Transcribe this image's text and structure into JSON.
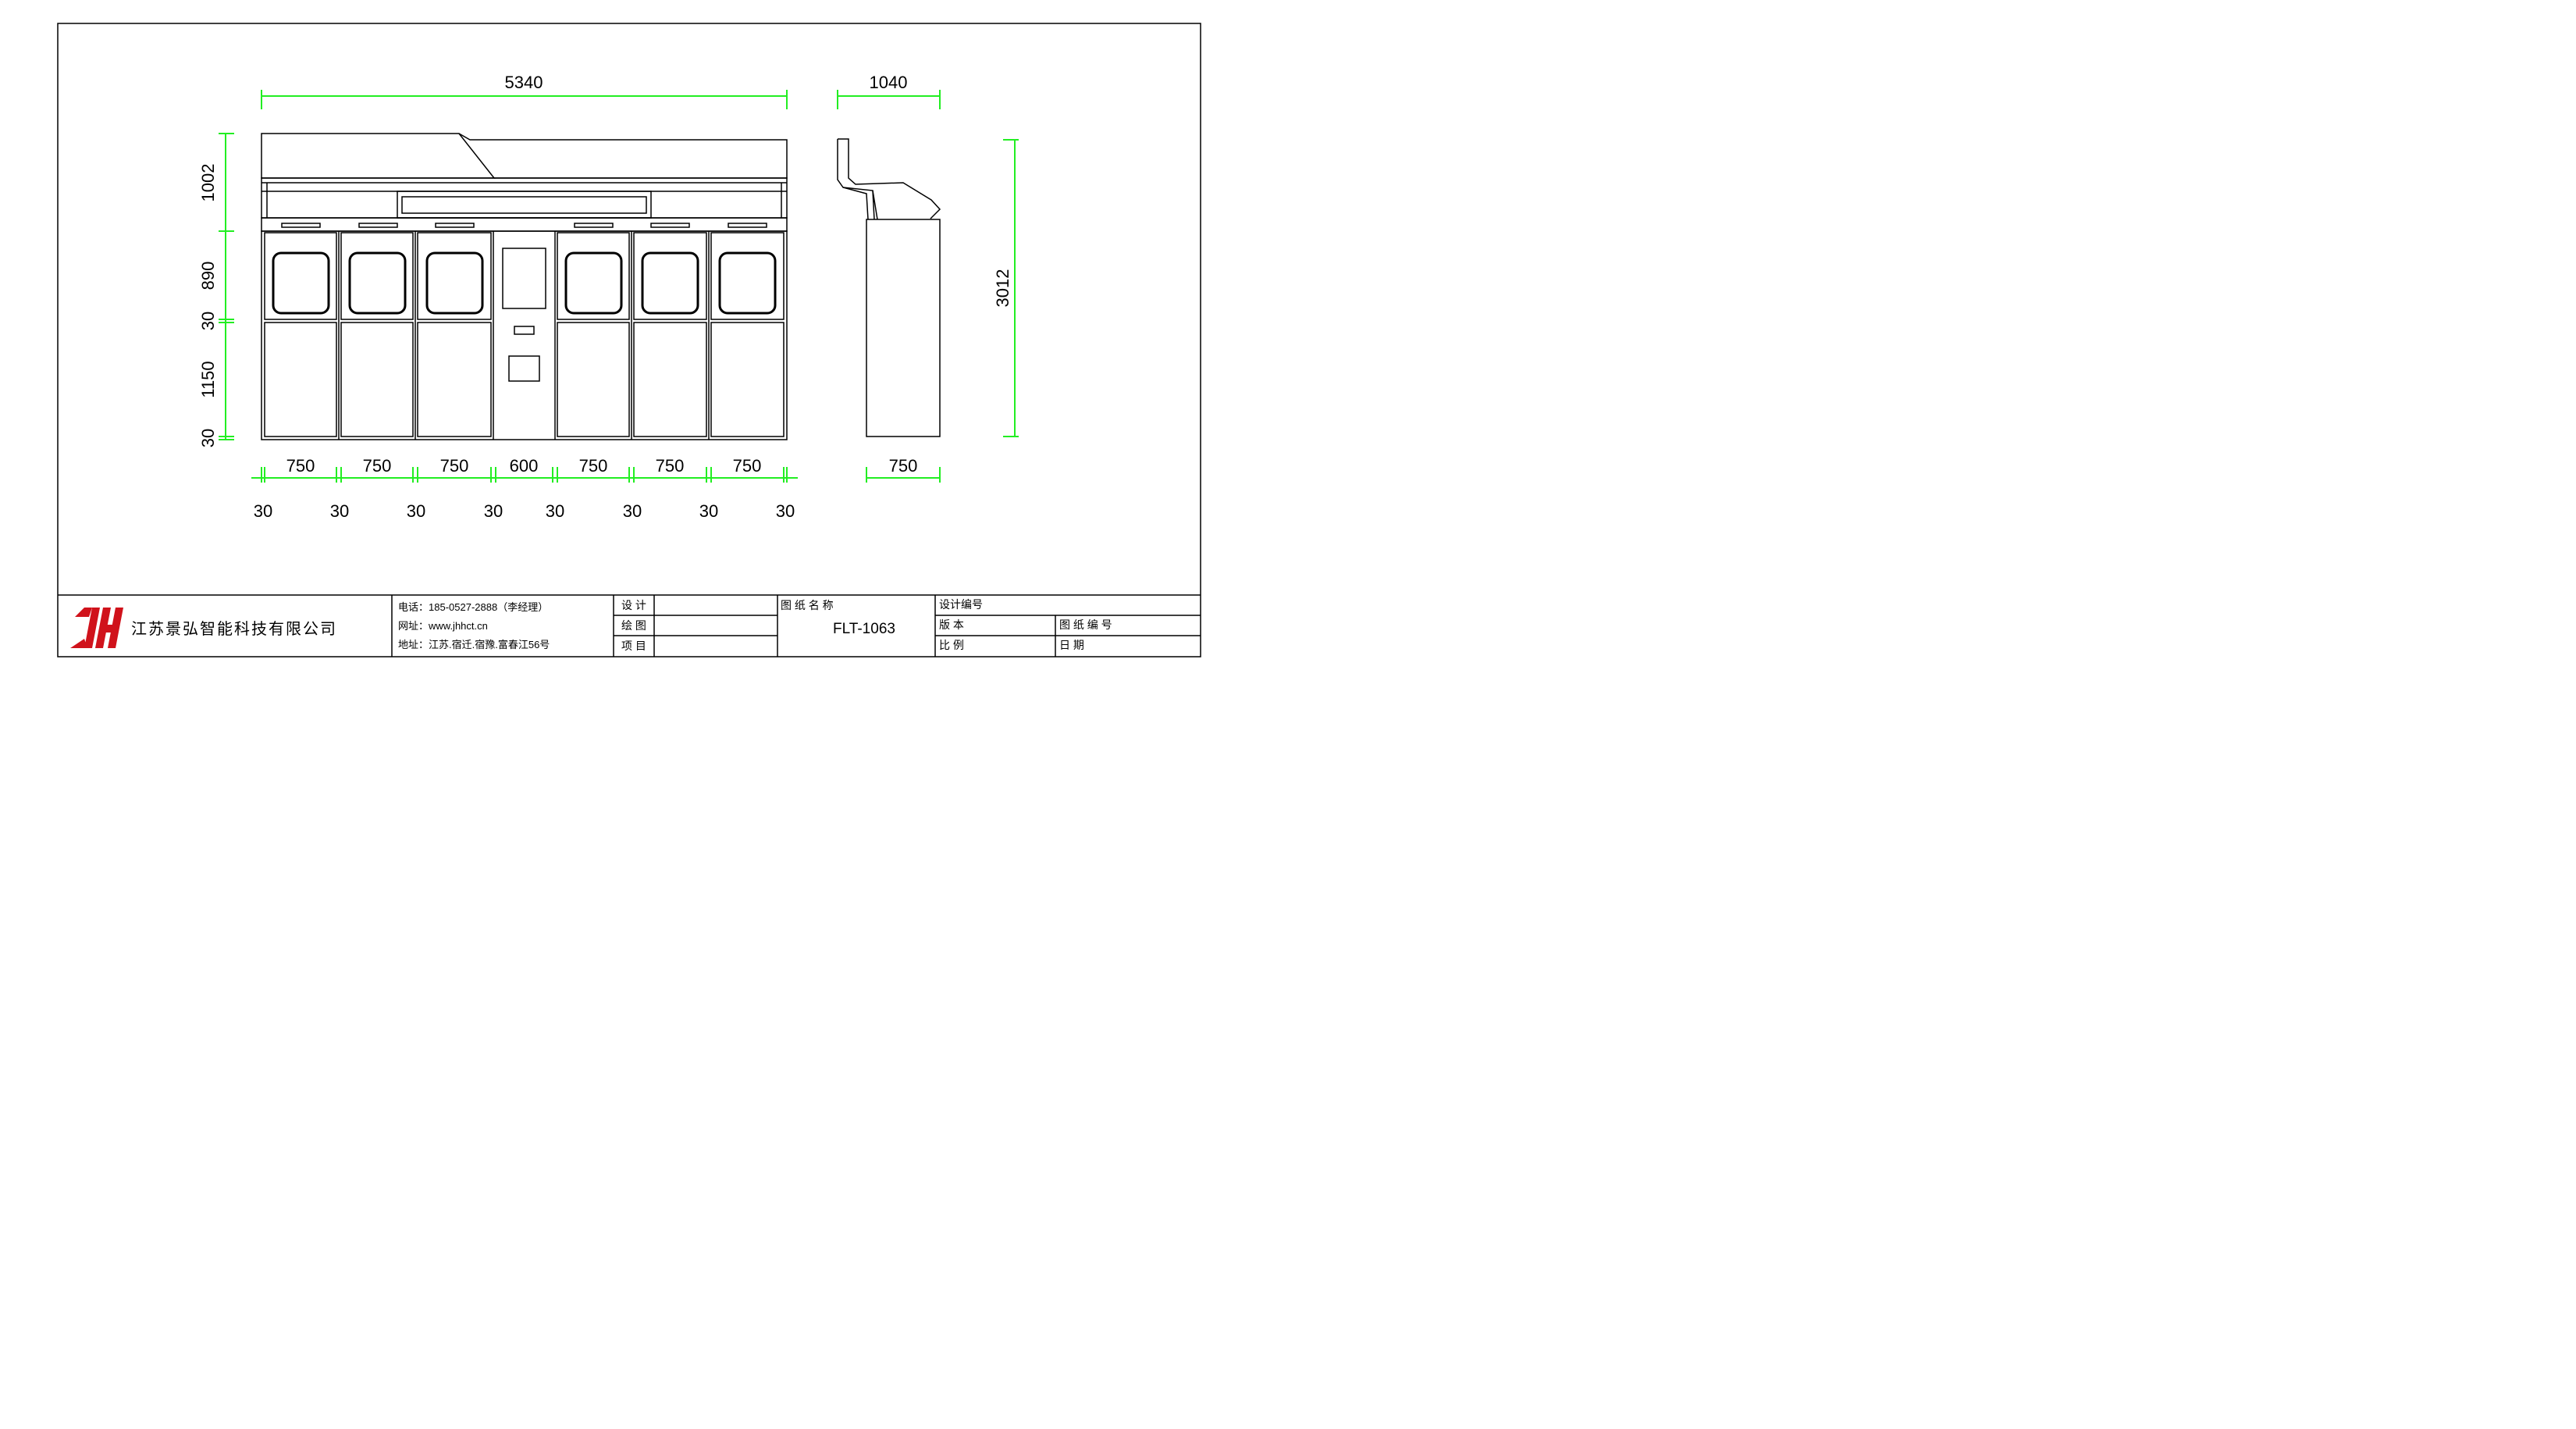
{
  "drawing": {
    "overall_width": "5340",
    "side_depth_top": "1040",
    "overall_height": "3012",
    "height_dims": [
      "1002",
      "890",
      "30",
      "1150",
      "30"
    ],
    "bottom_dims": [
      "750",
      "750",
      "750",
      "600",
      "750",
      "750",
      "750"
    ],
    "side_bottom_dim": "750",
    "gap_dims": [
      "30",
      "30",
      "30",
      "30",
      "30",
      "30",
      "30",
      "30"
    ]
  },
  "title_block": {
    "company": "江苏景弘智能科技有限公司",
    "contact_phone": "电话：185-0527-2888（李经理）",
    "contact_web": "网址：www.jhhct.cn",
    "contact_addr": "地址：江苏.宿迁.宿豫.富春江56号",
    "label_design": "设 计",
    "label_draw": "绘 图",
    "label_project": "项 目",
    "label_drawing_name": "图 纸 名 称",
    "drawing_code": "FLT-1063",
    "label_design_no": "设计编号",
    "label_version": "版 本",
    "label_drawing_no": "图 纸 编 号",
    "label_scale": "比 例",
    "label_date": "日 期"
  }
}
